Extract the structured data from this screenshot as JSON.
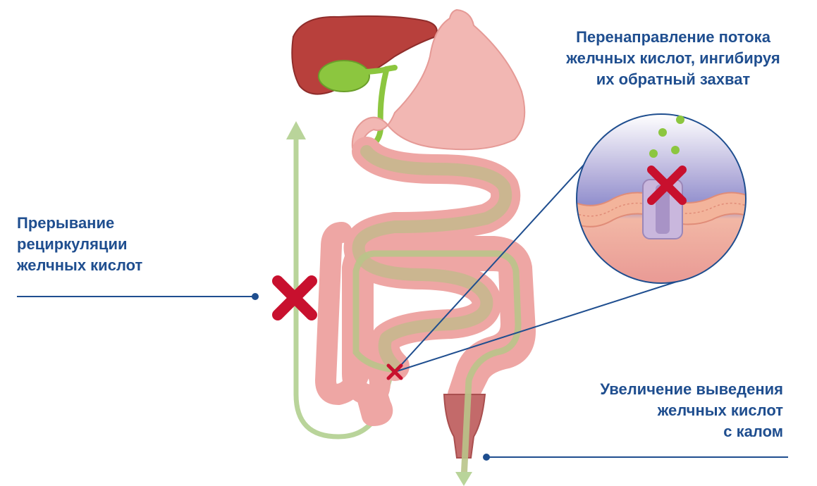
{
  "labels": {
    "interruption": [
      "Прерывание",
      "рециркуляции",
      "желчных кислот"
    ],
    "redirection": [
      "Перенаправление потока",
      "желчных кислот, ингибируя",
      "их обратный захват"
    ],
    "excretion": [
      "Увеличение выведения",
      "желчных кислот",
      "с калом"
    ]
  },
  "colors": {
    "text": "#1f4e8f",
    "line": "#1f4e8f",
    "liver": "#b8403c",
    "gallbladder": "#8cc63f",
    "stomach": "#f2b7b3",
    "intestine": "#eea6a4",
    "flow": "#b9d49a",
    "cross": "#c8102e",
    "membrane": "#f3b49b",
    "transporter": "#c9b7dd"
  },
  "icons": {
    "big_cross": "red-x-icon",
    "small_cross": "small-red-x-icon",
    "inset_cross": "red-x-icon"
  }
}
